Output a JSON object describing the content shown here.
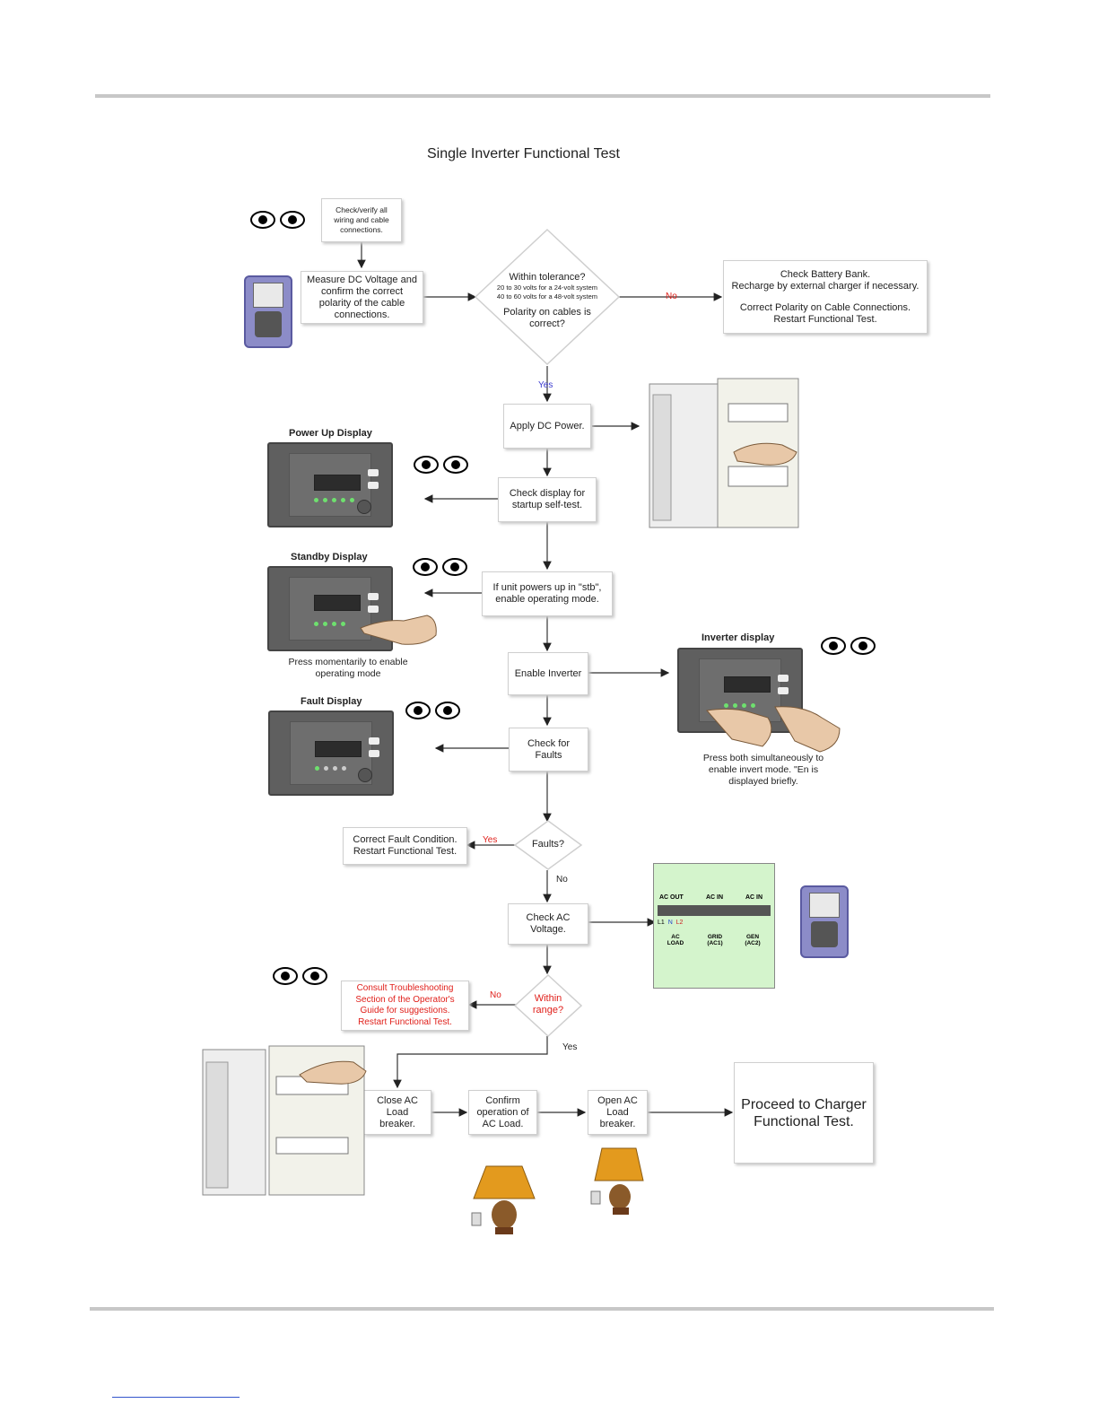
{
  "title": "Single Inverter Functional Test",
  "boxes": {
    "check_wiring": "Check/verify all wiring and cable connections.",
    "measure_dc": "Measure DC Voltage and confirm the correct polarity of the cable connections.",
    "battery_line1": "Check Battery Bank.",
    "battery_line2": "Recharge by external charger if necessary.",
    "battery_line3": "Correct Polarity on Cable Connections.",
    "battery_line4": "Restart Functional Test.",
    "apply_dc": "Apply DC Power.",
    "check_display": "Check display for startup self-test.",
    "stb": "If unit powers up in \"stb\", enable operating mode.",
    "enable_inverter": "Enable Inverter",
    "check_faults": "Check for Faults",
    "correct_fault": "Correct Fault Condition. Restart Functional Test.",
    "check_ac": "Check AC Voltage.",
    "consult": "Consult Troubleshooting Section of the Operator's Guide for suggestions. Restart Functional Test.",
    "close_ac": "Close AC Load breaker.",
    "confirm_ac": "Confirm operation of AC Load.",
    "open_ac": "Open AC Load breaker.",
    "proceed": "Proceed to Charger Functional Test."
  },
  "decisions": {
    "tolerance_q": "Within tolerance?",
    "tolerance_24": "20 to 30 volts for a 24-volt system",
    "tolerance_48": "40 to 60 volts for a 48-volt system",
    "polarity_q": "Polarity on cables is correct?",
    "faults_q": "Faults?",
    "range_q": "Within range?"
  },
  "labels": {
    "no1": "No",
    "yes1": "Yes",
    "yes_fault": "Yes",
    "no_fault": "No",
    "no_range": "No",
    "yes_range": "Yes"
  },
  "captions": {
    "power_up": "Power Up Display",
    "standby": "Standby Display",
    "fault": "Fault Display",
    "inverter": "Inverter display",
    "press_momentarily": "Press momentarily to enable operating mode",
    "press_both": "Press both simultaneously to enable invert mode. \"En is displayed briefly."
  },
  "terminal": {
    "ac_out": "AC OUT",
    "ac_in1": "AC IN",
    "ac_in2": "AC IN",
    "l1": "L1",
    "n": "N",
    "l2": "L2",
    "ac_load": "AC LOAD",
    "grid": "GRID (AC1)",
    "gen": "GEN (AC2)"
  },
  "colors": {
    "no_label": "#e0201b",
    "yes_label": "#3b3bd0",
    "terminal_bg": "#d4f4cc",
    "meter": "#8c8cc8"
  }
}
